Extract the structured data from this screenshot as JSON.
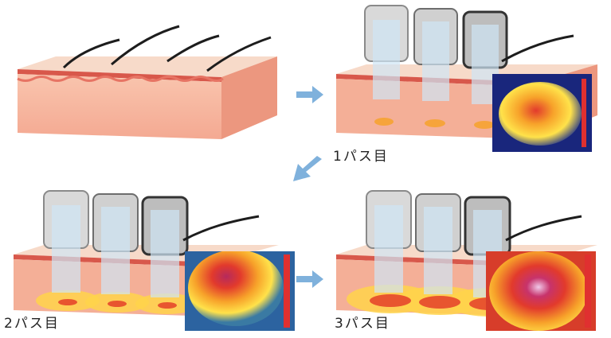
{
  "panels": [
    {
      "label": ""
    },
    {
      "label": "1パス目"
    },
    {
      "label": "2パス目"
    },
    {
      "label": "3パス目"
    }
  ],
  "colors": {
    "skin_top": "#f7c7b1",
    "skin_front": "#f6b7a0",
    "skin_side": "#e58a74",
    "dermis_line": "#d8584b",
    "hair": "#1d1d1d",
    "arrow": "#7fb1dc",
    "heat_core": "#e8552f",
    "heat_outer": "#ffd34a"
  },
  "icons": {
    "arrow": "right-arrow-icon",
    "diag_arrow": "down-left-arrow-icon",
    "handpiece": "laser-handpiece-icon",
    "thermal": "thermal-image"
  }
}
